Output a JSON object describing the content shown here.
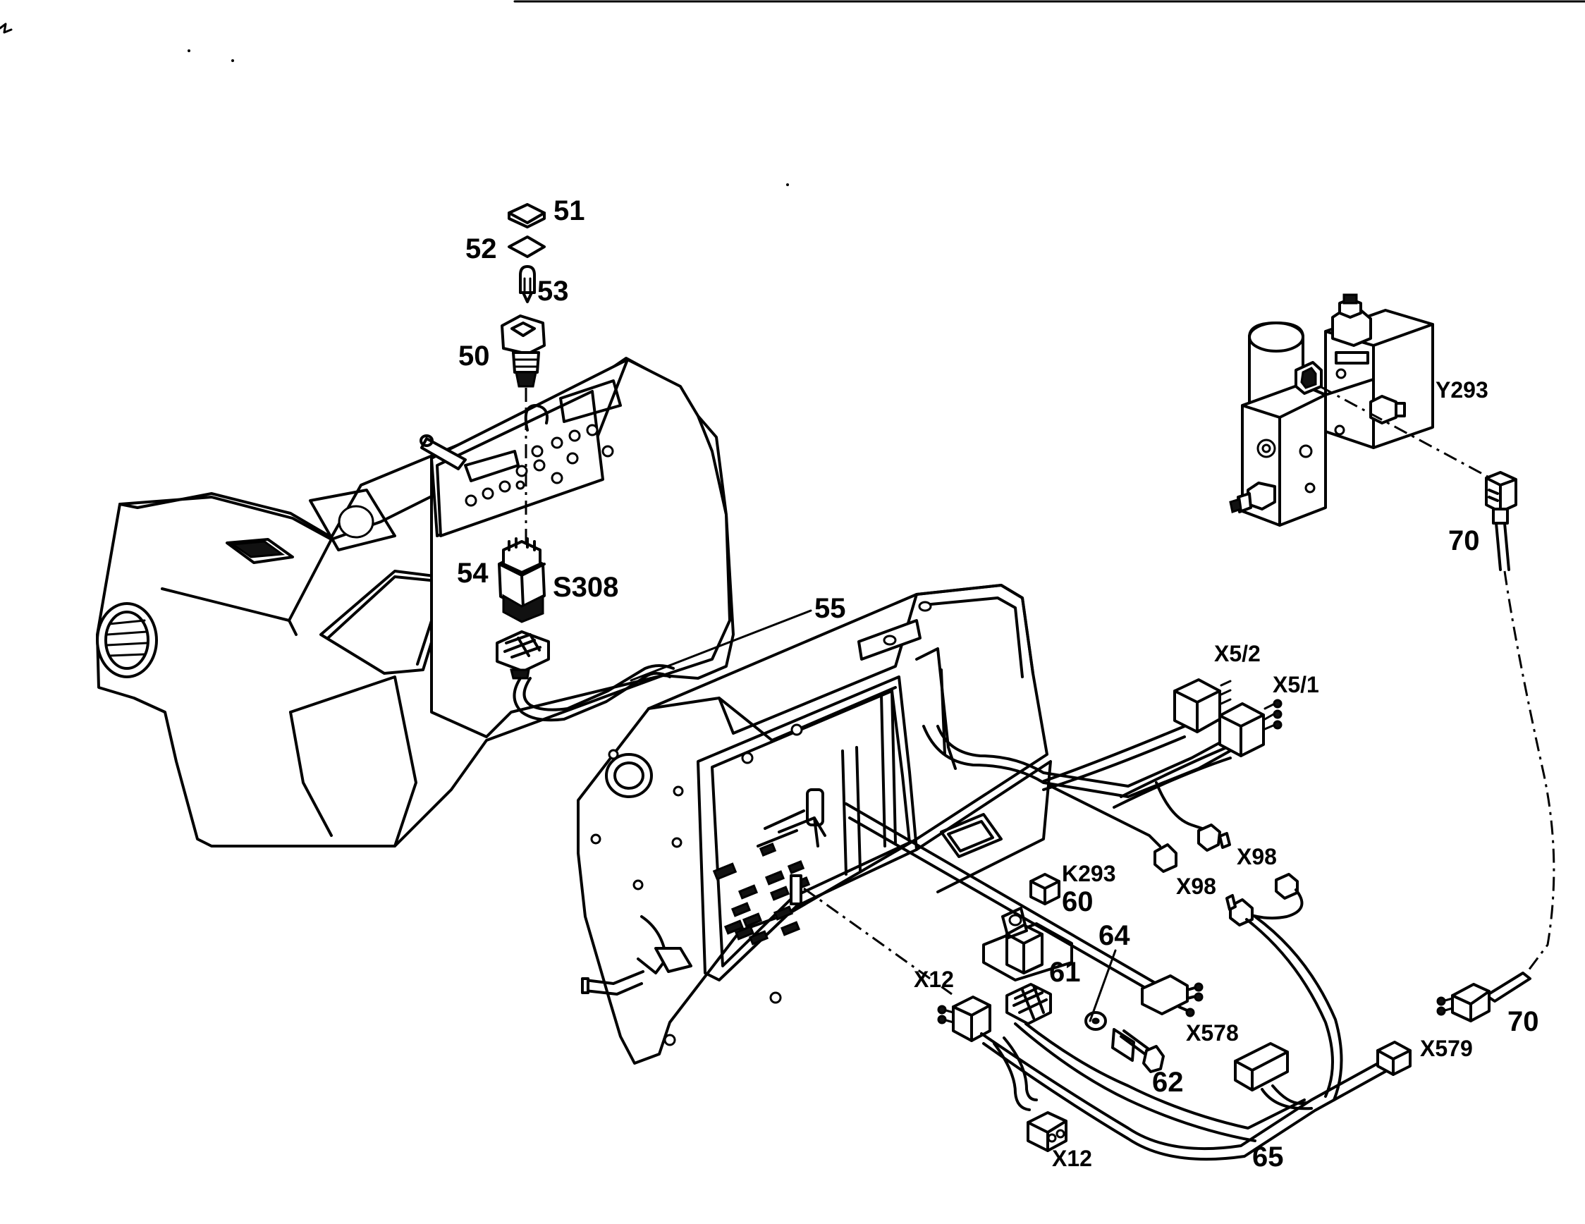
{
  "labels": {
    "p51": "51",
    "p52": "52",
    "p53": "53",
    "p50": "50",
    "p54": "54",
    "s308": "S308",
    "p55": "55",
    "y293": "Y293",
    "p70a": "70",
    "x52": "X5/2",
    "x51": "X5/1",
    "x98a": "X98",
    "x98b": "X98",
    "k293": "K293",
    "p60": "60",
    "p64": "64",
    "p61": "61",
    "x12a": "X12",
    "x578": "X578",
    "p70b": "70",
    "x579": "X579",
    "p62": "62",
    "x12b": "X12",
    "p65": "65"
  }
}
